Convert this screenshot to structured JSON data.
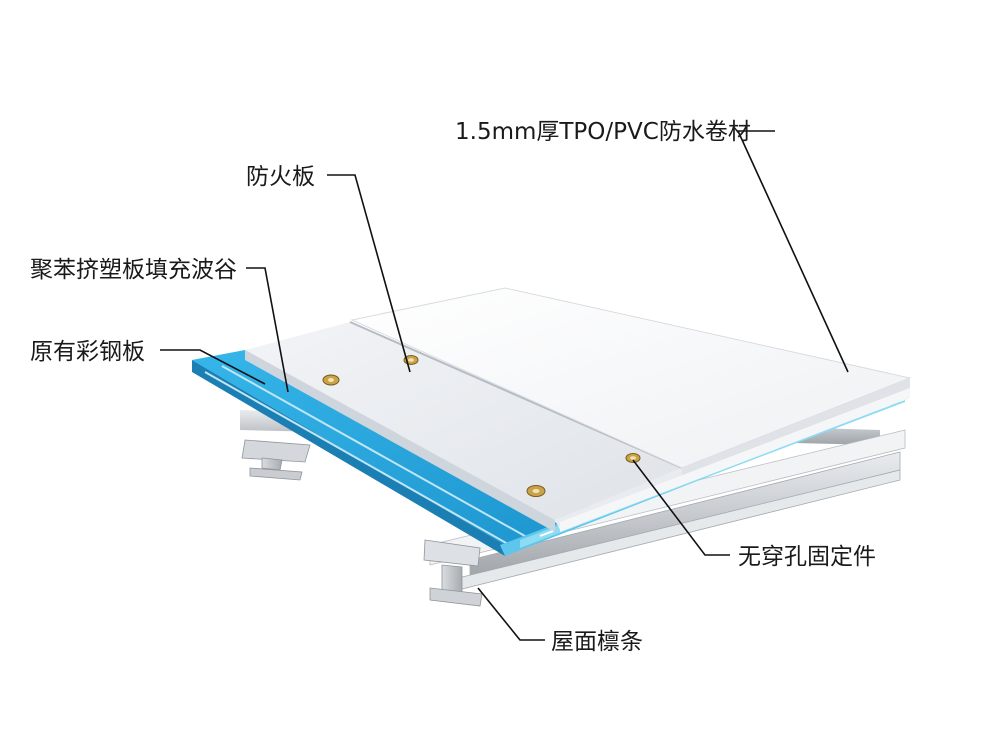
{
  "labels": {
    "membrane": "1.5mm厚TPO/PVC防水卷材",
    "fireboard": "防火板",
    "eps_fill": "聚苯挤塑板填充波谷",
    "steel_sheet": "原有彩钢板",
    "fastener": "无穿孔固定件",
    "purlin": "屋面檩条"
  },
  "colors": {
    "steel_blue": "#2aa9e0",
    "steel_blue_dark": "#1b7fb4",
    "board_white": "#eef1f5",
    "membrane_white": "#fafbfc",
    "purlin_grey": "#b9bdc2",
    "washer_gold": "#c9a24a",
    "edge_cyan": "#6fd3ee"
  }
}
